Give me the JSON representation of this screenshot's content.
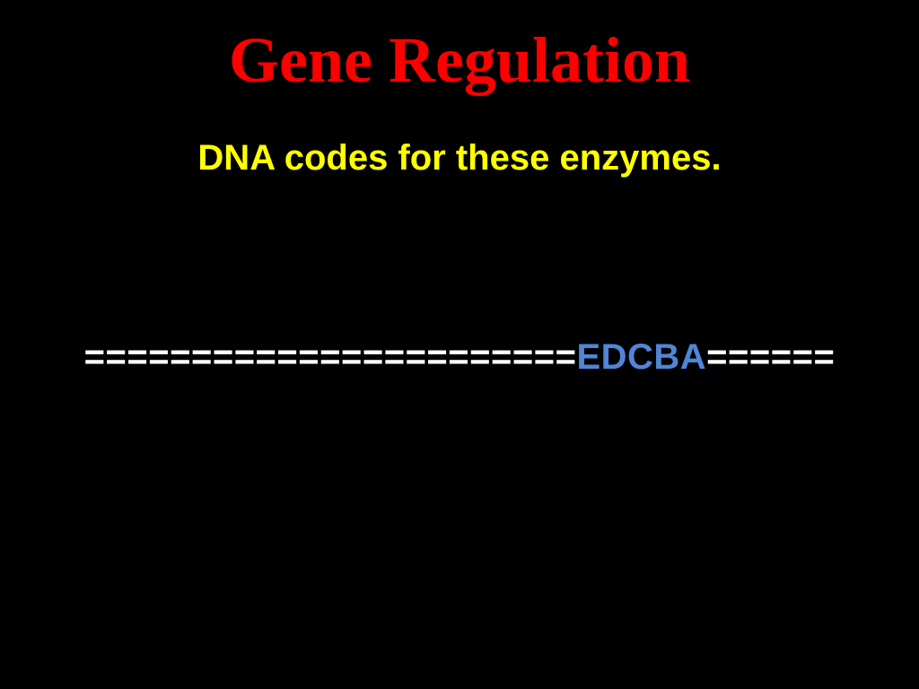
{
  "slide": {
    "title": "Gene Regulation",
    "subtitle": "DNA codes for these enzymes.",
    "dna_strand": {
      "left_segment": "=======================",
      "genes": "EDCBA",
      "right_segment": "======"
    }
  },
  "colors": {
    "background": "#000000",
    "title": "#ff0000",
    "subtitle": "#ffff00",
    "strand": "#ffffff",
    "genes": "#4f86d6"
  }
}
